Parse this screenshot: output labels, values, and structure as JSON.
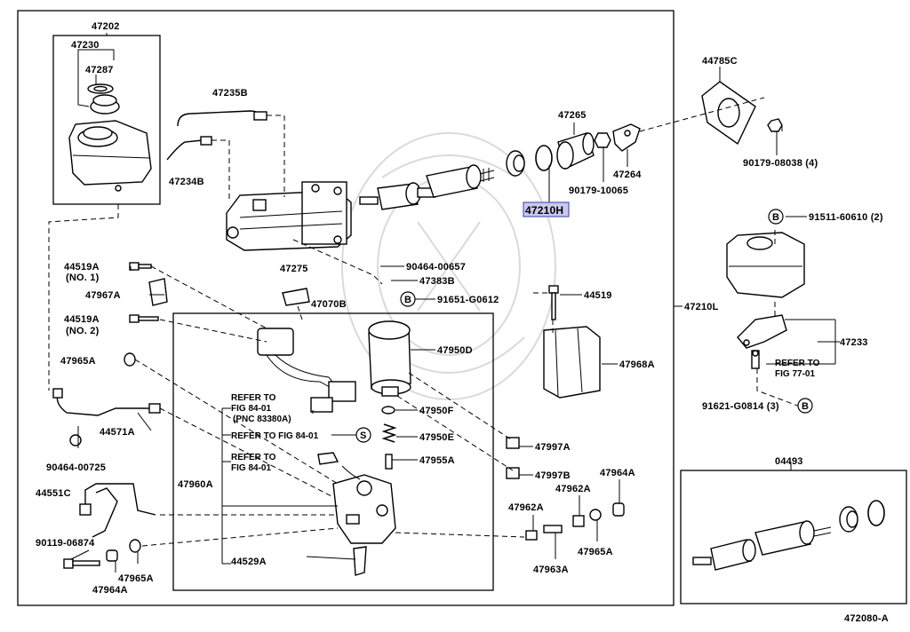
{
  "labels": {
    "l47202": "47202",
    "l47230": "47230",
    "l47287": "47287",
    "l47235B": "47235B",
    "l47234B": "47234B",
    "l47265": "47265",
    "l44785C": "44785C",
    "l47264": "47264",
    "l90179_10065": "90179-10065",
    "l90179_08038": "90179-08038 (4)",
    "l47210H": "47210H",
    "l91511": "91511-60610 (2)",
    "l90464_00657": "90464-00657",
    "l47383B": "47383B",
    "l91651": "91651-G0612",
    "l47275": "47275",
    "l47070B": "47070B",
    "l44519A_1": "44519A",
    "l_no1": "(NO. 1)",
    "l47967A": "47967A",
    "l44519A_2": "44519A",
    "l_no2": "(NO. 2)",
    "l47965A_1": "47965A",
    "l44571A": "44571A",
    "l90464_00725": "90464-00725",
    "l44551C": "44551C",
    "l90119": "90119-06874",
    "l47964A_1": "47964A",
    "l47965A_2": "47965A",
    "l47960A": "47960A",
    "l44529A": "44529A",
    "l44519": "44519",
    "l47210L": "47210L",
    "l47233": "47233",
    "l47950D": "47950D",
    "l47968A": "47968A",
    "l47950F": "47950F",
    "l47950E": "47950E",
    "l47955A": "47955A",
    "l47997A": "47997A",
    "l47997B": "47997B",
    "l47964A_2": "47964A",
    "l47962A_1": "47962A",
    "l47962A_2": "47962A",
    "l47963A": "47963A",
    "l47965A_3": "47965A",
    "l91621": "91621-G0814 (3)",
    "l04493": "04493",
    "l472080": "472080-A"
  },
  "notes": {
    "refer1_a": "REFER TO",
    "refer1_b": "FIG 84-01",
    "refer1_c": "(PNC 83380A)",
    "refer2": "REFER TO FIG 84-01",
    "refer3_a": "REFER TO",
    "refer3_b": "FIG 84-01",
    "refer4_a": "REFER TO",
    "refer4_b": "FIG 77-01"
  },
  "markers": {
    "b1": "B",
    "b2": "B",
    "b3": "B",
    "s1": "S"
  },
  "colors": {
    "highlight_fill": "#c9c9ef",
    "highlight_stroke": "#3a3aa8",
    "ink": "#000000"
  }
}
